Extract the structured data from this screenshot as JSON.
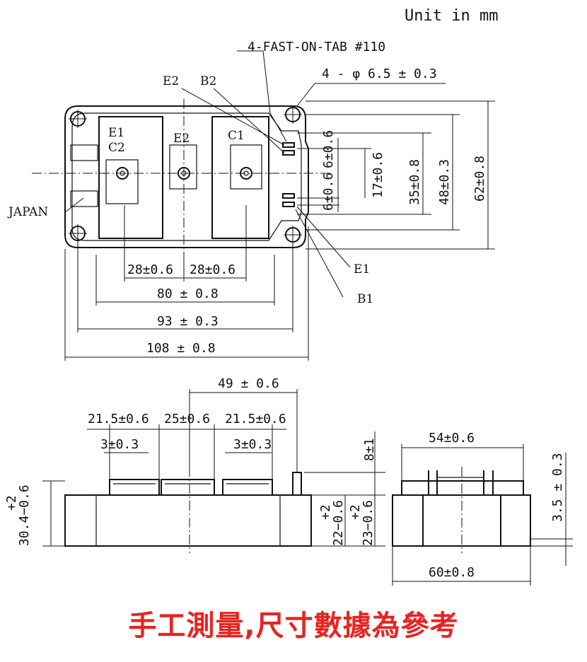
{
  "header": {
    "unit": "Unit in mm"
  },
  "top_view": {
    "tab_callout": "4-FAST-ON-TAB #110",
    "hole_callout": "4 - φ 6.5 ± 0.3",
    "label_e2_top": "E2",
    "label_b2_top": "B2",
    "label_e1_c2": "E1",
    "label_c2": "C2",
    "label_e2": "E2",
    "label_c1": "C1",
    "label_japan": "JAPAN",
    "label_e1_right": "E1",
    "label_b1_right": "B1",
    "dim_28a": "28±0.6",
    "dim_28b": "28±0.6",
    "dim_80": "80 ± 0.8",
    "dim_93": "93 ± 0.3",
    "dim_108": "108 ± 0.8",
    "dim_6": "6±0.6",
    "dim_6b": "6±0.6",
    "dim_17": "17±0.6",
    "dim_35": "35±0.8",
    "dim_48": "48±0.3",
    "dim_62": "62±0.8"
  },
  "side_view": {
    "dim_49": "49 ± 0.6",
    "dim_21a": "21.5±0.6",
    "dim_25": "25±0.6",
    "dim_21b": "21.5±0.6",
    "dim_3a": "3±0.3",
    "dim_3b": "3±0.3",
    "dim_8": "8±1",
    "dim_30": "30.4−0.6",
    "dim_30_tol": "+2",
    "dim_22": "22−0.6",
    "dim_22_tol": "+2",
    "dim_23": "23−0.6",
    "dim_23_tol": "+2"
  },
  "end_view": {
    "dim_54": "54±0.6",
    "dim_60": "60±0.8",
    "dim_3_5": "3.5 ± 0.3"
  },
  "footer": {
    "note": "手工測量,尺寸數據為參考"
  }
}
